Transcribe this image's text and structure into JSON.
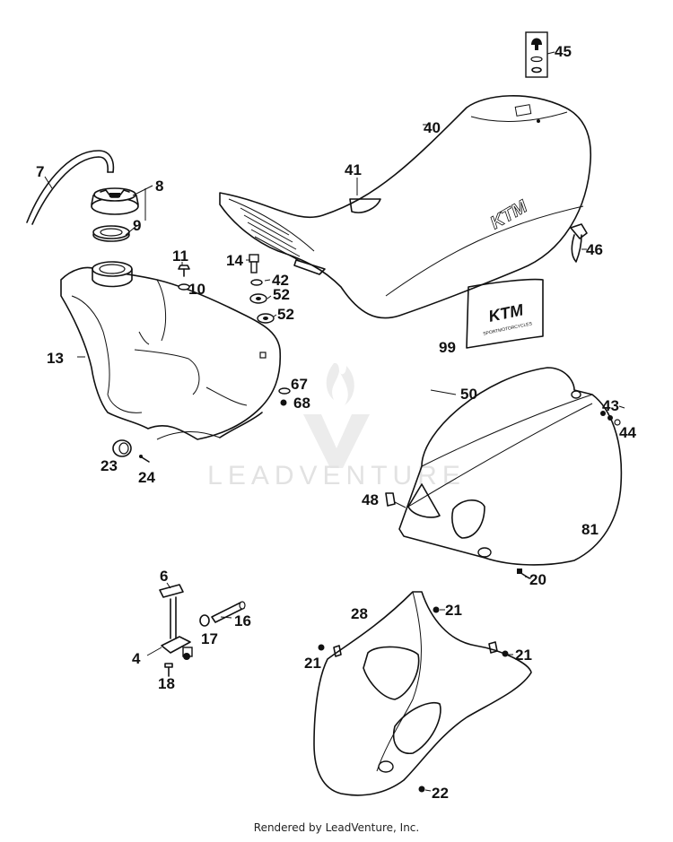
{
  "watermark": {
    "text": "LEADVENTURE"
  },
  "footer": {
    "text": "Rendered by LeadVenture, Inc."
  },
  "logos": {
    "seat": "KTM",
    "decal": "KTM",
    "decal_sub": "SPORTMOTORCYCLES"
  },
  "callouts": [
    {
      "id": "7",
      "text": "7"
    },
    {
      "id": "8",
      "text": "8"
    },
    {
      "id": "9",
      "text": "9"
    },
    {
      "id": "11",
      "text": "11"
    },
    {
      "id": "10",
      "text": "10"
    },
    {
      "id": "13",
      "text": "13"
    },
    {
      "id": "14",
      "text": "14"
    },
    {
      "id": "42",
      "text": "42"
    },
    {
      "id": "52a",
      "text": "52"
    },
    {
      "id": "52b",
      "text": "52"
    },
    {
      "id": "67",
      "text": "67"
    },
    {
      "id": "68",
      "text": "68"
    },
    {
      "id": "23",
      "text": "23"
    },
    {
      "id": "24",
      "text": "24"
    },
    {
      "id": "40",
      "text": "40"
    },
    {
      "id": "41",
      "text": "41"
    },
    {
      "id": "45",
      "text": "45"
    },
    {
      "id": "46",
      "text": "46"
    },
    {
      "id": "99",
      "text": "99"
    },
    {
      "id": "50",
      "text": "50"
    },
    {
      "id": "43",
      "text": "43"
    },
    {
      "id": "44",
      "text": "44"
    },
    {
      "id": "48",
      "text": "48"
    },
    {
      "id": "81",
      "text": "81"
    },
    {
      "id": "20",
      "text": "20"
    },
    {
      "id": "6",
      "text": "6"
    },
    {
      "id": "16",
      "text": "16"
    },
    {
      "id": "17",
      "text": "17"
    },
    {
      "id": "4",
      "text": "4"
    },
    {
      "id": "18",
      "text": "18"
    },
    {
      "id": "28",
      "text": "28"
    },
    {
      "id": "21a",
      "text": "21"
    },
    {
      "id": "21b",
      "text": "21"
    },
    {
      "id": "21c",
      "text": "21"
    },
    {
      "id": "22",
      "text": "22"
    }
  ]
}
